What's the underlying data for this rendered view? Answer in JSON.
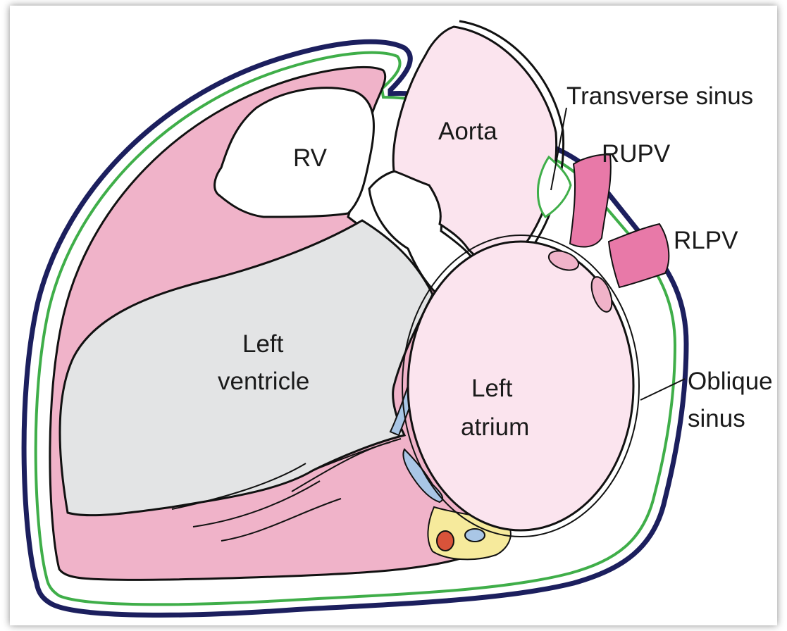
{
  "labels": {
    "rv": "RV",
    "aorta": "Aorta",
    "transverse_sinus": "Transverse sinus",
    "rupv": "RUPV",
    "rlpv": "RLPV",
    "left_ventricle_line1": "Left",
    "left_ventricle_line2": "ventricle",
    "left_atrium_line1": "Left",
    "left_atrium_line2": "atrium",
    "oblique_sinus_line1": "Oblique",
    "oblique_sinus_line2": "sinus"
  },
  "colors": {
    "pericardium_outer": "#1c1f5e",
    "pericardium_inner": "#3fae49",
    "myocardium": "#f0b3c9",
    "chamber_light": "#fbe4ee",
    "ventricle_cavity": "#e3e4e5",
    "septum": "#a9c6e6",
    "vein": "#e879a8",
    "fat": "#f6ea9c",
    "artery": "#d9533a",
    "outline": "#111111"
  }
}
